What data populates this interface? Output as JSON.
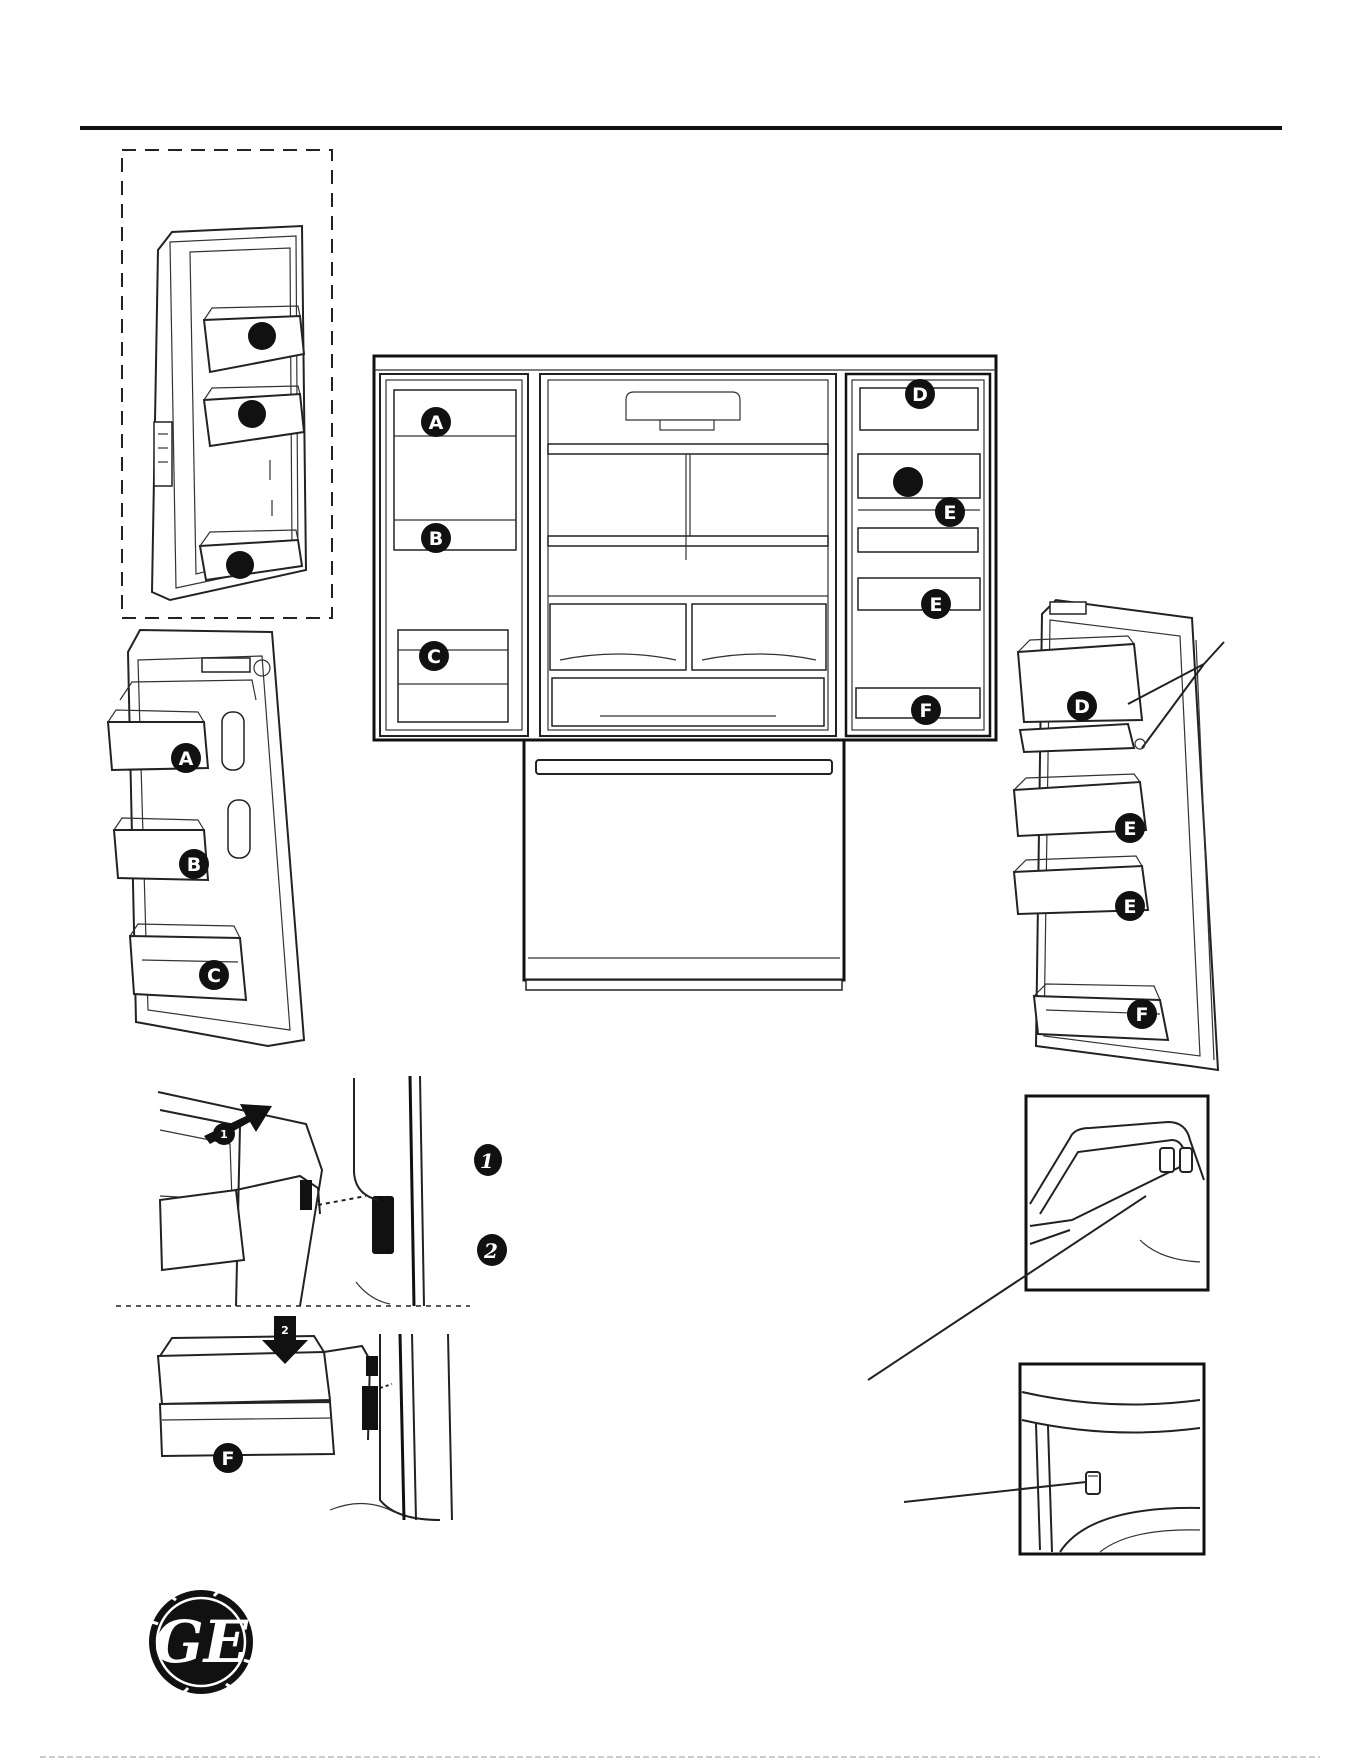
{
  "labels": {
    "A": "A",
    "B": "B",
    "C": "C",
    "D": "D",
    "E": "E",
    "F": "F"
  },
  "steps": {
    "one": "1",
    "two": "2"
  },
  "logo": {
    "text": "GE"
  },
  "colors": {
    "ink": "#222222",
    "badge": "#111111",
    "paper": "#ffffff"
  }
}
